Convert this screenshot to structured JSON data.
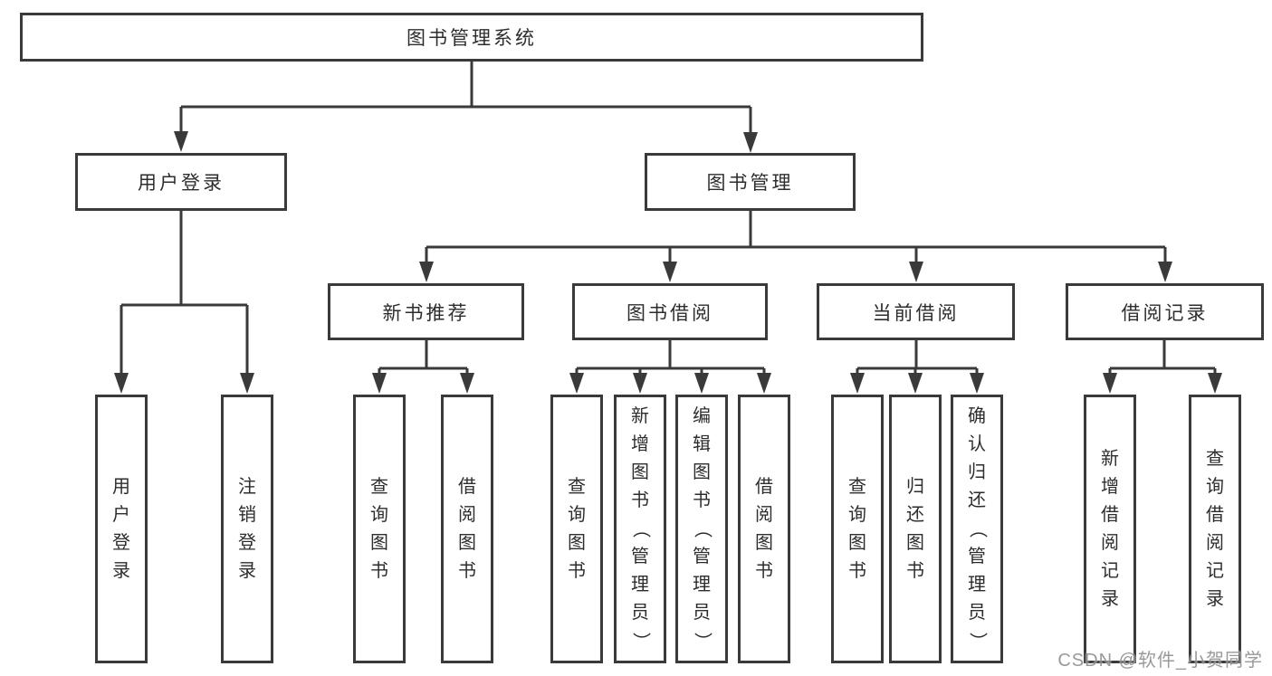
{
  "diagram": {
    "root": "图书管理系统",
    "level2": {
      "user_login": "用户登录",
      "book_management": "图书管理"
    },
    "level3": {
      "new_books": "新书推荐",
      "borrowing": "图书借阅",
      "current": "当前借阅",
      "records": "借阅记录"
    },
    "leaves": {
      "user_login": [
        "用户登录",
        "注销登录"
      ],
      "new_books": [
        "查询图书",
        "借阅图书"
      ],
      "borrowing": [
        "查询图书",
        "新增图书（管理员）",
        "编辑图书（管理员）",
        "借阅图书"
      ],
      "current": [
        "查询图书",
        "归还图书",
        "确认归还（管理员）"
      ],
      "records": [
        "新增借阅记录",
        "查询借阅记录"
      ]
    }
  },
  "watermark": "CSDN @软件_小贺同学",
  "colors": {
    "line": "#3a3a3a",
    "text": "#2d2d2d",
    "watermark": "#8f8f8f",
    "background": "#ffffff"
  }
}
